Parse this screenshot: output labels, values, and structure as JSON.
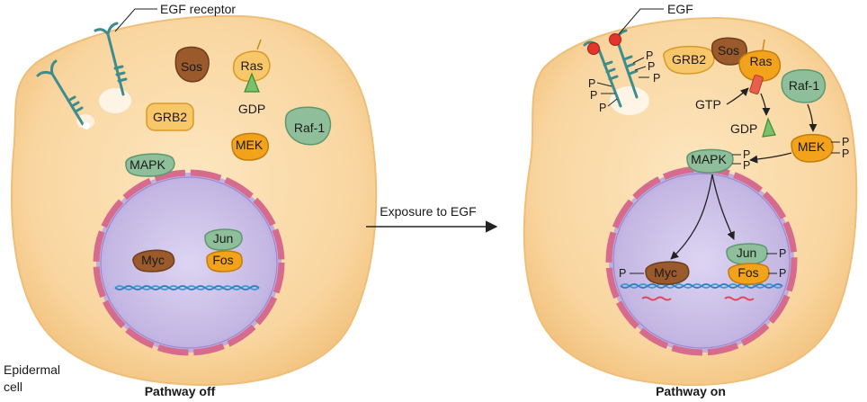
{
  "left_panel": {
    "receptor_label": "EGF receptor",
    "proteins": {
      "sos": "Sos",
      "ras": "Ras",
      "gdp": "GDP",
      "grb2": "GRB2",
      "mek": "MEK",
      "raf1": "Raf-1",
      "mapk": "MAPK",
      "jun": "Jun",
      "fos": "Fos",
      "myc": "Myc"
    },
    "cell_label_line1": "Epidermal",
    "cell_label_line2": "cell",
    "caption": "Pathway off"
  },
  "transition": {
    "label": "Exposure to EGF"
  },
  "right_panel": {
    "ligand_label": "EGF",
    "proteins": {
      "grb2": "GRB2",
      "sos": "Sos",
      "ras": "Ras",
      "raf1": "Raf-1",
      "gtp": "GTP",
      "gdp": "GDP",
      "mek": "MEK",
      "mapk": "MAPK",
      "jun": "Jun",
      "fos": "Fos",
      "myc": "Myc"
    },
    "phosphate": "P",
    "caption": "Pathway on"
  },
  "colors": {
    "cytoplasm": "#f9d9a8",
    "cytoplasm_edge": "#f0c27e",
    "nucleus": "#c9bde6",
    "nuclear_envelope": "#d46a8c",
    "dna": "#3b9bd6",
    "mrna": "#e0455a",
    "receptor": "#3d8d8e",
    "egf": "#e2352c",
    "orange_protein": "#f3a21b",
    "brown_protein": "#9a5a2c",
    "green_protein": "#8fbf9a",
    "light_orange_protein": "#f7c769"
  }
}
